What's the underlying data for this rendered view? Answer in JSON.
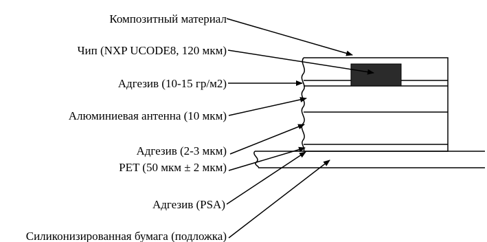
{
  "labels": {
    "composite": "Композитный материал",
    "chip": "Чип (NXP UCODE8, 120 мкм)",
    "adhesive_top": "Адгезив (10-15 гр/м2)",
    "antenna": "Алюминиевая антенна (10 мкм)",
    "adhesive_mid": "Адгезив (2-3 мкм)",
    "pet": "PET (50 мкм ± 2 мкм)",
    "psa": "Адгезив (PSA)",
    "liner": "Силиконизированная бумага (подложка)"
  },
  "colors": {
    "line": "#000000",
    "chip": "#2b2b2b",
    "background": "#ffffff"
  }
}
